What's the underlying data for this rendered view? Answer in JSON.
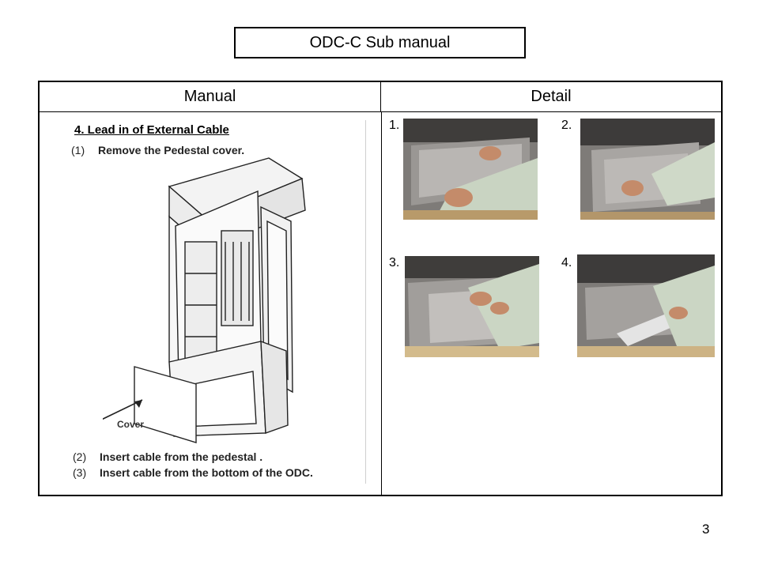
{
  "title": "ODC-C Sub manual",
  "table": {
    "header_manual": "Manual",
    "header_detail": "Detail"
  },
  "manual": {
    "heading": "4.   Lead in of External Cable",
    "steps": [
      {
        "num": "(1)",
        "text": "Remove the Pedestal cover."
      },
      {
        "num": "(2)",
        "text": "Insert cable from the pedestal ."
      },
      {
        "num": "(3)",
        "text": "Insert cable from the bottom of the ODC."
      }
    ],
    "cover_label": "Cover"
  },
  "detail": {
    "photos": [
      {
        "label": "1."
      },
      {
        "label": "2."
      },
      {
        "label": "3."
      },
      {
        "label": "4."
      }
    ]
  },
  "page_number": "3"
}
